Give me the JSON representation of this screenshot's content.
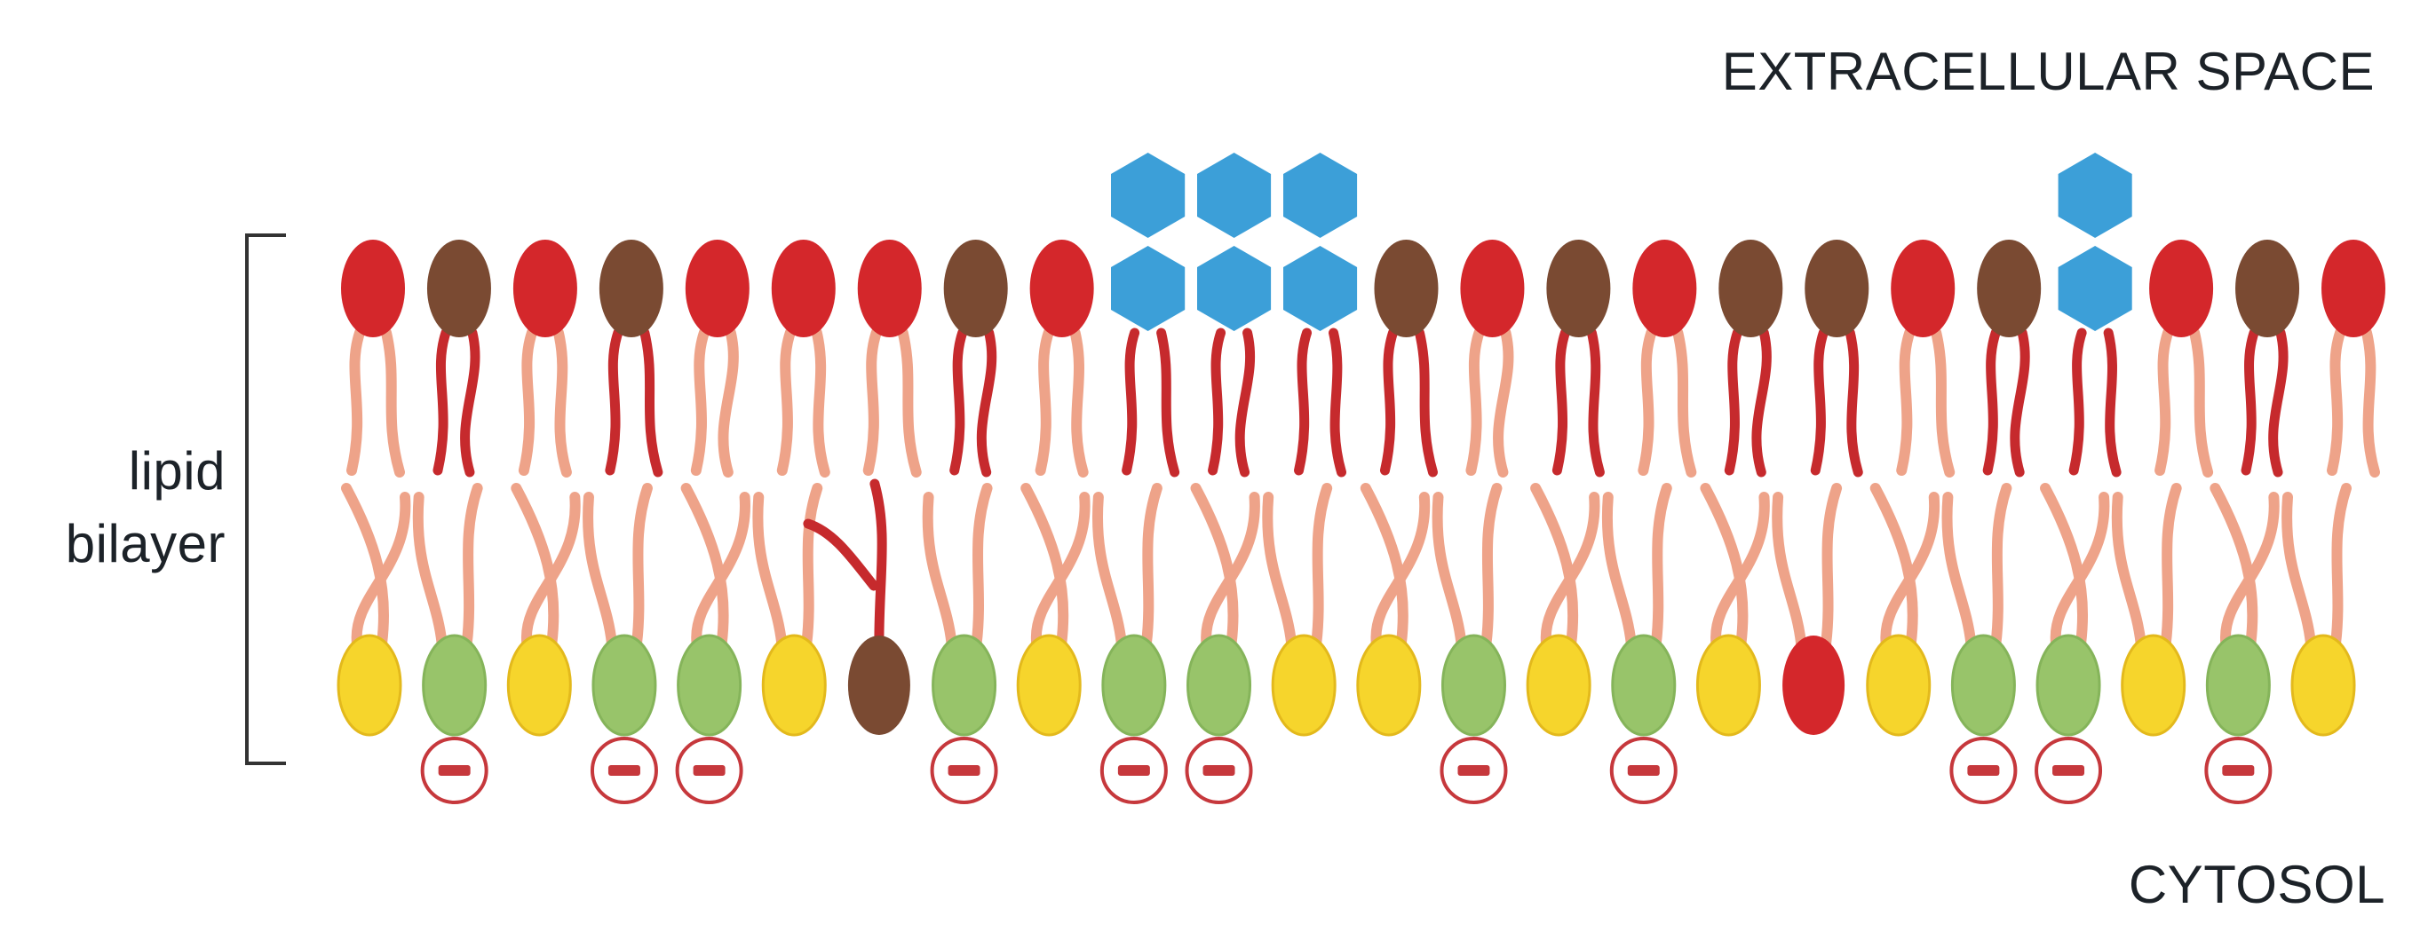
{
  "labels": {
    "extracellular": "EXTRACELLULAR SPACE",
    "cytosol": "CYTOSOL",
    "lipid_line1": "lipid",
    "lipid_line2": "bilayer"
  },
  "colors": {
    "red_head": "#d4272b",
    "brown_head": "#7a4a32",
    "yellow_head": "#f6d52c",
    "green_head": "#98c46a",
    "sugar": "#3c9fd8",
    "tail_pink": "#eea389",
    "tail_red": "#c62a2d",
    "charge_ring": "#c6383c",
    "bracket": "#333333"
  },
  "legend_icons": {
    "negative_charge": "minus-circle-icon",
    "sugar": "hexagon-icon"
  },
  "outer_leaflet": [
    {
      "head": "red",
      "sugars": 0
    },
    {
      "head": "brown",
      "sugars": 0
    },
    {
      "head": "red",
      "sugars": 0
    },
    {
      "head": "brown",
      "sugars": 0
    },
    {
      "head": "red",
      "sugars": 0
    },
    {
      "head": "red",
      "sugars": 0
    },
    {
      "head": "red",
      "sugars": 0
    },
    {
      "head": "brown",
      "sugars": 0
    },
    {
      "head": "red",
      "sugars": 0
    },
    {
      "head": "sugar",
      "sugars": 2
    },
    {
      "head": "sugar",
      "sugars": 2
    },
    {
      "head": "sugar",
      "sugars": 2
    },
    {
      "head": "brown",
      "sugars": 0
    },
    {
      "head": "red",
      "sugars": 0
    },
    {
      "head": "brown",
      "sugars": 0
    },
    {
      "head": "red",
      "sugars": 0
    },
    {
      "head": "brown",
      "sugars": 0
    },
    {
      "head": "brown",
      "sugars": 0
    },
    {
      "head": "red",
      "sugars": 0
    },
    {
      "head": "brown",
      "sugars": 0
    },
    {
      "head": "sugar",
      "sugars": 2
    },
    {
      "head": "red",
      "sugars": 0
    },
    {
      "head": "brown",
      "sugars": 0
    },
    {
      "head": "red",
      "sugars": 0
    }
  ],
  "inner_leaflet": [
    {
      "head": "yellow",
      "charge": false
    },
    {
      "head": "green",
      "charge": true
    },
    {
      "head": "yellow",
      "charge": false
    },
    {
      "head": "green",
      "charge": true
    },
    {
      "head": "green",
      "charge": true
    },
    {
      "head": "yellow",
      "charge": false
    },
    {
      "head": "brown",
      "charge": false
    },
    {
      "head": "green",
      "charge": true
    },
    {
      "head": "yellow",
      "charge": false
    },
    {
      "head": "green",
      "charge": true
    },
    {
      "head": "green",
      "charge": true
    },
    {
      "head": "yellow",
      "charge": false
    },
    {
      "head": "yellow",
      "charge": false
    },
    {
      "head": "green",
      "charge": true
    },
    {
      "head": "yellow",
      "charge": false
    },
    {
      "head": "green",
      "charge": true
    },
    {
      "head": "yellow",
      "charge": false
    },
    {
      "head": "red",
      "charge": false
    },
    {
      "head": "yellow",
      "charge": false
    },
    {
      "head": "green",
      "charge": true
    },
    {
      "head": "green",
      "charge": true
    },
    {
      "head": "yellow",
      "charge": false
    },
    {
      "head": "green",
      "charge": true
    },
    {
      "head": "yellow",
      "charge": false
    }
  ]
}
